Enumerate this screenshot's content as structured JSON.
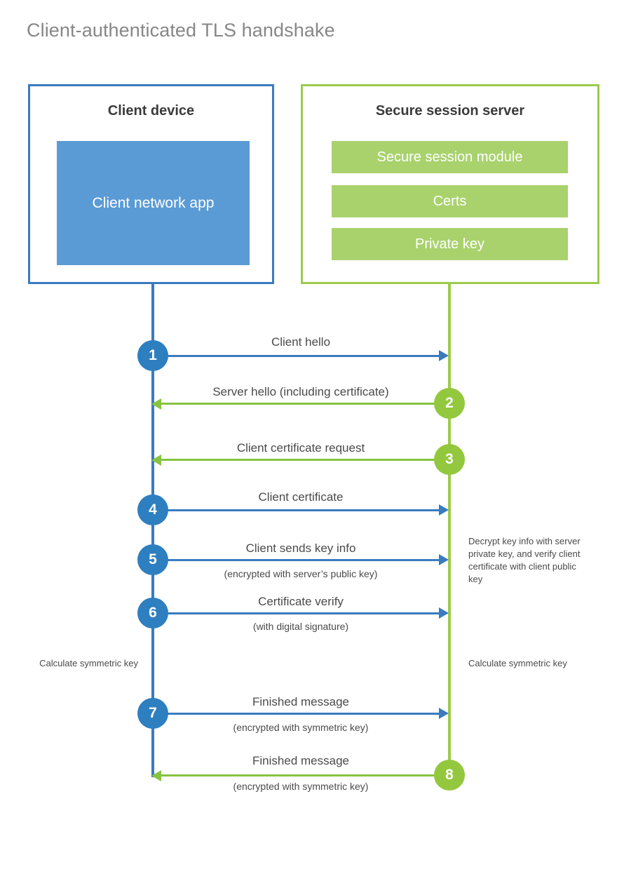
{
  "diagram": {
    "title": "Client-authenticated TLS handshake",
    "colors": {
      "client_accent": "#3a7bbf",
      "client_fill": "#5b9bd5",
      "client_circle": "#2e7fc0",
      "server_accent": "#9ccb4b",
      "server_fill": "#a9d26d",
      "server_circle": "#93c83e",
      "arrow_client": "#3a7bbf",
      "arrow_server": "#86c440",
      "text": "#4a4a4a",
      "title_text": "#878787",
      "heading_text": "#3b3b3b",
      "background": "#ffffff"
    },
    "parties": {
      "client": {
        "title": "Client device",
        "component": "Client network app"
      },
      "server": {
        "title": "Secure session server",
        "components": [
          "Secure session module",
          "Certs",
          "Private key"
        ]
      }
    },
    "steps": [
      {
        "number": "1",
        "label": "Client hello",
        "sublabel": "",
        "direction": "client-to-server",
        "origin": "client"
      },
      {
        "number": "2",
        "label": "Server hello (including certificate)",
        "sublabel": "",
        "direction": "server-to-client",
        "origin": "server"
      },
      {
        "number": "3",
        "label": "Client certificate request",
        "sublabel": "",
        "direction": "server-to-client",
        "origin": "server"
      },
      {
        "number": "4",
        "label": "Client certificate",
        "sublabel": "",
        "direction": "client-to-server",
        "origin": "client"
      },
      {
        "number": "5",
        "label": "Client sends key info",
        "sublabel": "(encrypted with server’s public key)",
        "direction": "client-to-server",
        "origin": "client"
      },
      {
        "number": "6",
        "label": "Certificate verify",
        "sublabel": "(with digital signature)",
        "direction": "client-to-server",
        "origin": "client"
      },
      {
        "number": "7",
        "label": "Finished message",
        "sublabel": "(encrypted with symmetric key)",
        "direction": "client-to-server",
        "origin": "client"
      },
      {
        "number": "8",
        "label": "Finished message",
        "sublabel": "(encrypted with symmetric key)",
        "direction": "server-to-client",
        "origin": "server"
      }
    ],
    "annotations": {
      "server_decrypt": "Decrypt key info with server private key, and verify client certificate with client public key",
      "client_calculate": "Calculate symmetric key",
      "server_calculate": "Calculate symmetric key"
    }
  }
}
